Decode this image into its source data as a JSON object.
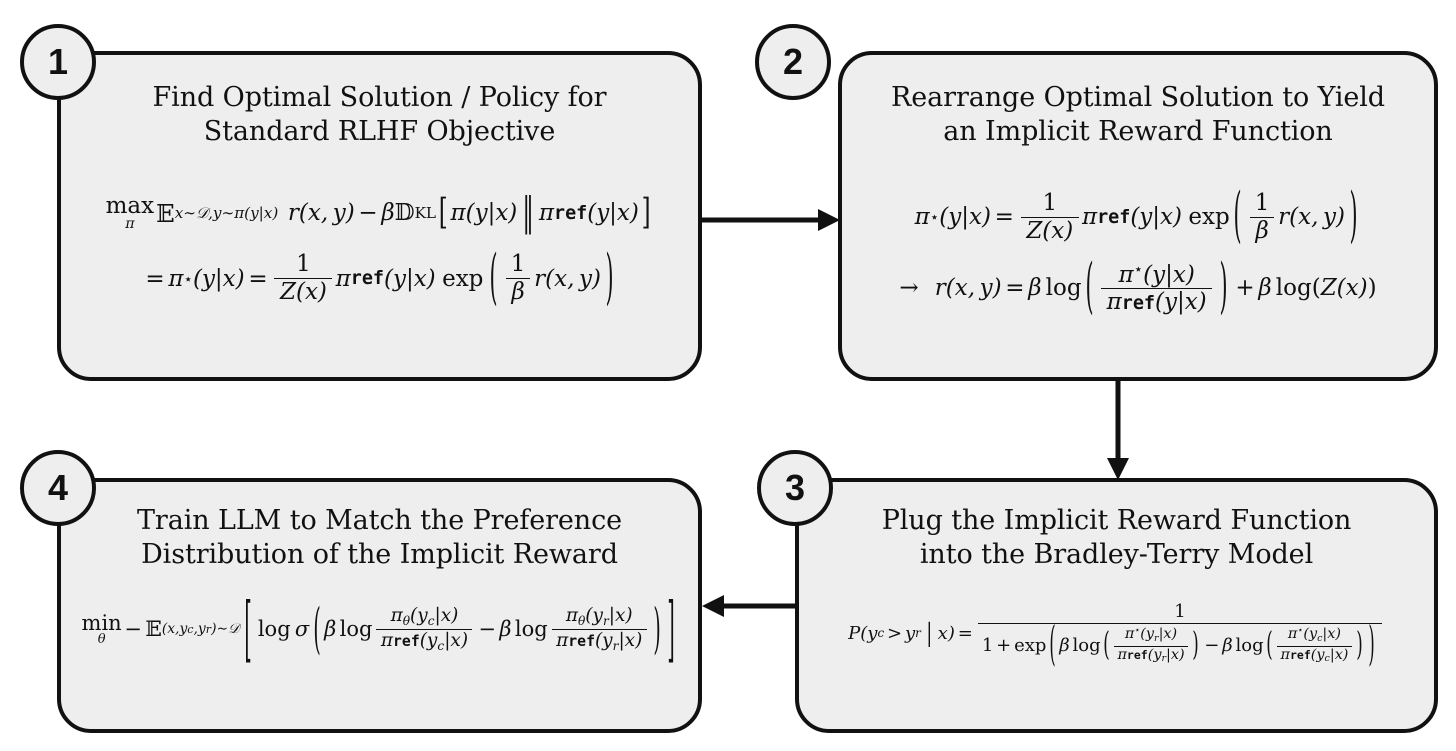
{
  "diagram": {
    "title": "DPO Derivation Flowchart",
    "background_color": "#ffffff",
    "box_fill_color": "#eeeeee",
    "stroke_color": "#111111"
  },
  "steps": [
    {
      "number": "1",
      "title": "Find Optimal Solution / Policy for\nStandard RLHF Objective",
      "formula_plain": "max_pi E_{x~D, y~pi(y|x)} [ r(x,y) - beta D_KL[ pi(y|x) || pi_ref(y|x) ] ]  =  pi*(y|x) = (1/Z(x)) pi_ref(y|x) exp( (1/beta) r(x,y) )",
      "tokens": {
        "max": "max",
        "pi": "π",
        "E": "E",
        "expect_sub": "x∼D,y∼π(y|x)",
        "r_xy": "r(x, y)",
        "minus": "−",
        "beta": "β",
        "DKL": "D",
        "kl": "KL",
        "pi_yx": "π(y|x)",
        "parallel": "‖",
        "pi_ref": "π",
        "ref": "ref",
        "equals": "=",
        "pi_star": "π",
        "star": "⋆",
        "one": "1",
        "Zx": "Z(x)",
        "exp": "exp",
        "lbrack": "[",
        "rbrack": "]"
      }
    },
    {
      "number": "2",
      "title": "Rearrange Optimal Solution to Yield\nan Implicit Reward Function",
      "formula_plain": "pi*(y|x) = (1/Z(x)) pi_ref(y|x) exp( (1/beta) r(x,y) )  ->  r(x,y) = beta log( pi*(y|x) / pi_ref(y|x) ) + beta log(Z(x))",
      "tokens": {
        "arrow": "→",
        "log": "log",
        "plus": "+",
        "logZ": "log(Z(x))"
      }
    },
    {
      "number": "3",
      "title": "Plug the Implicit Reward Function\ninto the Bradley-Terry Model",
      "formula_plain": "P(y_c > y_r | x) = 1 / ( 1 + exp( beta log( pi*(y_r|x)/pi_ref(y_r|x) ) - beta log( pi*(y_c|x)/pi_ref(y_c|x) ) ) )",
      "tokens": {
        "P": "P",
        "yc": "y",
        "c": "c",
        "gt": ">",
        "yr": "y",
        "r": "r",
        "mid": "|",
        "x": "x",
        "one": "1",
        "oneplus": "1 +",
        "exp": "exp"
      }
    },
    {
      "number": "4",
      "title": "Train LLM to Match the Preference\nDistribution of the Implicit Reward",
      "formula_plain": "min_theta - E_{(x,y_c,y_r)~D} [ log sigma( beta log pi_theta(y_c|x)/pi_ref(y_c|x) - beta log pi_theta(y_r|x)/pi_ref(y_r|x) ) ]",
      "tokens": {
        "min": "min",
        "theta": "θ",
        "sigma": "σ",
        "expect_sub": "(x,y",
        "D": "D"
      }
    }
  ],
  "connectors": [
    {
      "name": "arrow-step1-to-step2",
      "from": "1",
      "to": "2",
      "direction": "right"
    },
    {
      "name": "arrow-step2-to-step3",
      "from": "2",
      "to": "3",
      "direction": "down"
    },
    {
      "name": "arrow-step3-to-step4",
      "from": "3",
      "to": "4",
      "direction": "left"
    }
  ]
}
